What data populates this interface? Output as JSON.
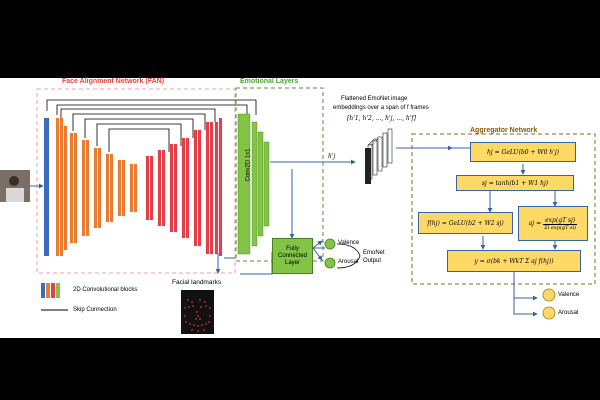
{
  "fan": {
    "title": "Face Alignment Network (FAN)",
    "landmarks_label": "Facial landmarks"
  },
  "emotional": {
    "title": "Emotional Layers",
    "conv_label": "Conv2D 1x1",
    "fc_label": [
      "Fully",
      "Connected",
      "Layer"
    ]
  },
  "embed": {
    "caption_lines": [
      "Flattened EmoNet image",
      "embeddings over a span of f frames",
      "[h'1, h'2, ..., h'j, ..., h'f]"
    ],
    "arrow_label": "h'j"
  },
  "emonet": {
    "outputs": [
      "Valence",
      "Arousal"
    ],
    "output_label": [
      "EmoNet",
      "Output"
    ]
  },
  "aggregator": {
    "title": "Aggregator Network",
    "eq_h": "hj = GeLU(b0 + W0 h'j)",
    "eq_s": "sj = tanh(b1 + W1 hj)",
    "eq_f": "f(hj) = GeLU(b2 + W2 sj)",
    "eq_a_num": "exp(gT sj)",
    "eq_a_den": "Σi exp(gT si)",
    "eq_a_lhs": "aj =",
    "eq_y": "y = σ(bk + WkT Σ aj f(hj))",
    "outputs": [
      "Valence",
      "Arousal"
    ]
  },
  "legend": {
    "conv_label": "2D Convolutional blocks",
    "skip_label": "Skip Connection"
  },
  "colors": {
    "blue": "#3d6bbf",
    "orange": "#ed7d31",
    "red": "#e8404a",
    "green": "#82c446",
    "yellow": "#ffd966",
    "bg": "#ffffff"
  }
}
